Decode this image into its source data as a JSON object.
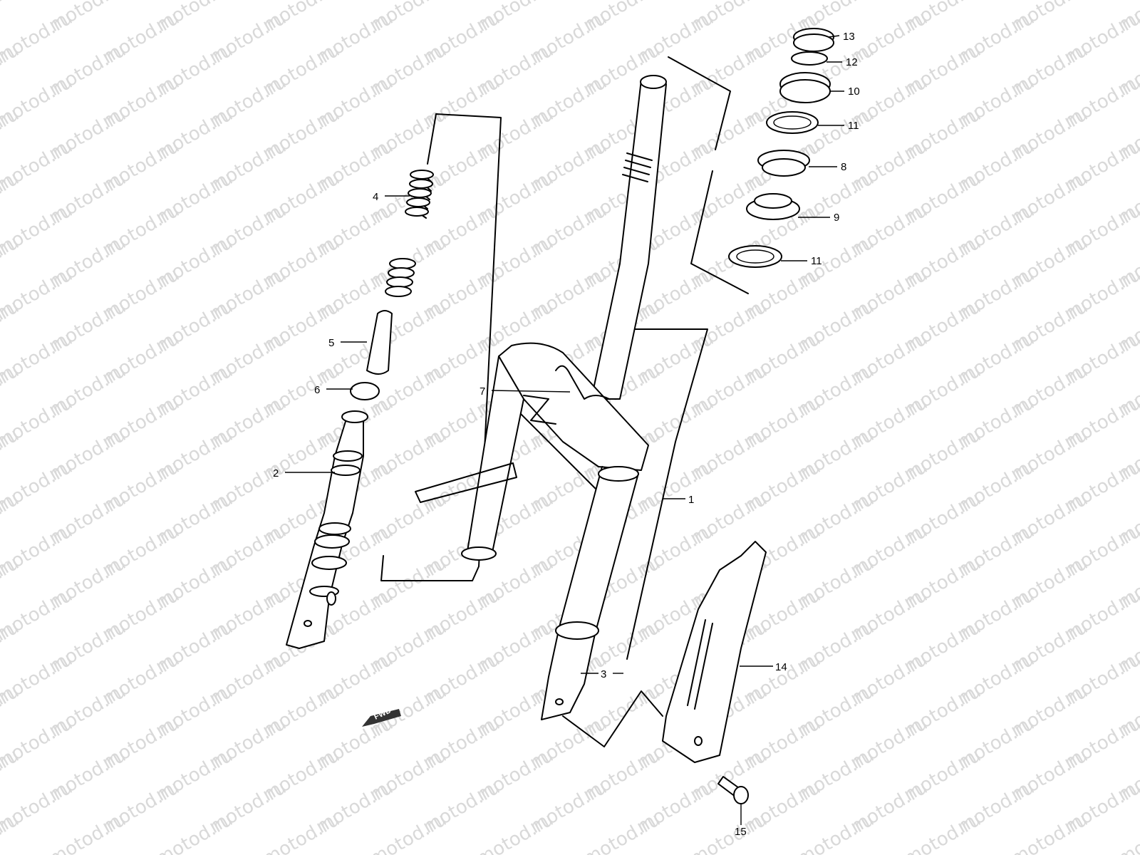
{
  "watermark": "motod.ru",
  "fwd_label": "FWD",
  "callouts": [
    {
      "id": "13",
      "text": "13"
    },
    {
      "id": "12",
      "text": "12"
    },
    {
      "id": "10",
      "text": "10"
    },
    {
      "id": "11a",
      "text": "11"
    },
    {
      "id": "8",
      "text": "8"
    },
    {
      "id": "9",
      "text": "9"
    },
    {
      "id": "11b",
      "text": "11"
    },
    {
      "id": "4",
      "text": "4"
    },
    {
      "id": "5",
      "text": "5"
    },
    {
      "id": "6",
      "text": "6"
    },
    {
      "id": "7",
      "text": "7"
    },
    {
      "id": "2",
      "text": "2"
    },
    {
      "id": "1",
      "text": "1"
    },
    {
      "id": "14",
      "text": "14"
    },
    {
      "id": "3",
      "text": "3"
    },
    {
      "id": "15",
      "text": "15"
    }
  ]
}
